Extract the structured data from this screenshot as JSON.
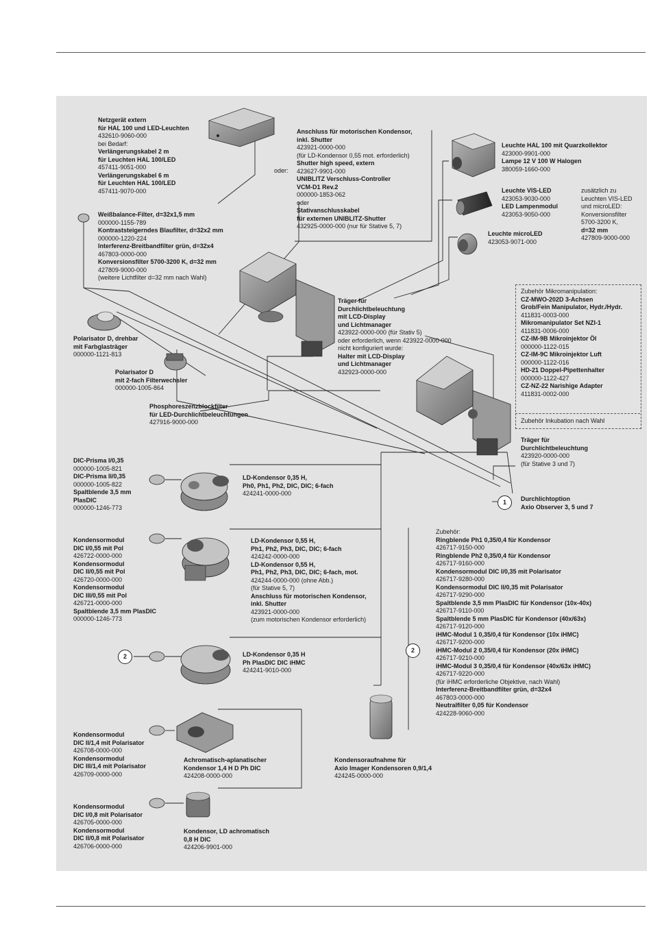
{
  "callouts": {
    "one": "1",
    "two": "2"
  },
  "blocks": {
    "netzgeraet": [
      {
        "t": "Netzgerät extern",
        "b": true
      },
      {
        "t": "für HAL 100 und LED-Leuchten",
        "b": true
      },
      {
        "t": "432610-9060-000"
      },
      {
        "t": "bei Bedarf:"
      },
      {
        "t": "Verlängerungskabel 2 m",
        "b": true
      },
      {
        "t": "für Leuchten HAL 100/LED",
        "b": true
      },
      {
        "t": "457411-9051-000"
      },
      {
        "t": "Verlängerungskabel 6 m",
        "b": true
      },
      {
        "t": "für Leuchten HAL 100/LED",
        "b": true
      },
      {
        "t": "457411-9070-000"
      }
    ],
    "anschluss": [
      {
        "t": "Anschluss für motorischen Kondensor,",
        "b": true
      },
      {
        "t": "inkl. Shutter",
        "b": true
      },
      {
        "t": "423921-0000-000"
      },
      {
        "t": "(für LD-Kondensor 0,55 mot. erforderlich)"
      },
      {
        "t": "Shutter high speed, extern",
        "b": true
      },
      {
        "t": "423627-9901-000"
      },
      {
        "t": "UNIBLITZ Verschluss-Controller",
        "b": true
      },
      {
        "t": "VCM-D1 Rev.2",
        "b": true
      },
      {
        "t": "000000-1853-062"
      },
      {
        "t": "oder"
      },
      {
        "t": "Stativanschlusskabel",
        "b": true
      },
      {
        "t": "für externen UNIBLITZ-Shutter",
        "b": true
      },
      {
        "t": "432925-0000-000 (nur für Stative 5, 7)"
      }
    ],
    "oder_label": "oder:",
    "leuchte_hal": [
      {
        "t": "Leuchte HAL 100 mit Quarzkollektor",
        "b": true
      },
      {
        "t": "423000-9901-000"
      },
      {
        "t": "Lampe 12 V 100 W Halogen",
        "b": true
      },
      {
        "t": "380059-1660-000"
      }
    ],
    "leuchte_vis": [
      {
        "t": "Leuchte VIS-LED",
        "b": true
      },
      {
        "t": "423053-9030-000"
      },
      {
        "t": "LED Lampenmodul",
        "b": true
      },
      {
        "t": "423053-9050-000"
      }
    ],
    "zusaetzlich": [
      {
        "t": "zusätzlich zu"
      },
      {
        "t": "Leuchten VIS-LED"
      },
      {
        "t": "und microLED:"
      },
      {
        "t": "Konversionsfilter"
      },
      {
        "t": "5700-3200 K,"
      },
      {
        "t": "d=32 mm",
        "b": true
      },
      {
        "t": "427809-9000-000"
      }
    ],
    "leuchte_micro": [
      {
        "t": "Leuchte microLED",
        "b": true
      },
      {
        "t": "423053-9071-000"
      }
    ],
    "filter": [
      {
        "t": "Weißbalance-Filter, d=32x1,5 mm",
        "b": true
      },
      {
        "t": "000000-1155-789"
      },
      {
        "t": "Kontraststeigerndes Blaufilter, d=32x2 mm",
        "b": true
      },
      {
        "t": "000000-1220-224"
      },
      {
        "t": "Interferenz-Breitbandfilter grün, d=32x4",
        "b": true
      },
      {
        "t": "467803-0000-000"
      },
      {
        "t": "Konversionsfilter 5700-3200 K, d=32 mm",
        "b": true
      },
      {
        "t": "427809-9000-000"
      },
      {
        "t": "(weitere Lichtfilter d=32 mm nach Wahl)"
      }
    ],
    "traeger1": [
      {
        "t": "Träger für",
        "b": true
      },
      {
        "t": "Durchlichtbeleuchtung",
        "b": true
      },
      {
        "t": "mit LCD-Display",
        "b": true
      },
      {
        "t": "und Lichtmanager",
        "b": true
      },
      {
        "t": "423922-0000-000 (für Stativ 5)"
      },
      {
        "t": " "
      },
      {
        "t": "oder erforderlich, wenn 423922-0000-000"
      },
      {
        "t": "nicht konfiguriert wurde:"
      },
      {
        "t": "Halter mit LCD-Display",
        "b": true
      },
      {
        "t": "und Lichtmanager",
        "b": true
      },
      {
        "t": "432923-0000-000"
      }
    ],
    "zubehoer_mikro": [
      {
        "t": "Zubehör Mikromanipulation:"
      },
      {
        "t": " "
      },
      {
        "t": "CZ-MWO-202D 3-Achsen",
        "b": true
      },
      {
        "t": "Grob/Fein Manipulator, Hydr./Hydr.",
        "b": true
      },
      {
        "t": "411831-0003-000"
      },
      {
        "t": "Mikromanipulator Set NZI-1",
        "b": true
      },
      {
        "t": "411831-0006-000"
      },
      {
        "t": "CZ-IM-9B Mikroinjektor Öl",
        "b": true
      },
      {
        "t": "000000-1122-015"
      },
      {
        "t": "CZ-IM-9C Mikroinjektor Luft",
        "b": true
      },
      {
        "t": "000000-1122-016"
      },
      {
        "t": "HD-21 Doppel-Pipettenhalter",
        "b": true
      },
      {
        "t": "000000-1122-427"
      },
      {
        "t": "CZ-NZ-22 Narishige Adapter",
        "b": true
      },
      {
        "t": "411831-0002-000"
      }
    ],
    "zubehoer_inkub": "Zubehör Inkubation nach Wahl",
    "polarisator_dreh": [
      {
        "t": "Polarisator D, drehbar",
        "b": true
      },
      {
        "t": "mit Farbglasträger",
        "b": true
      },
      {
        "t": "000000-1121-813"
      }
    ],
    "polarisator_2fach": [
      {
        "t": "Polarisator D",
        "b": true
      },
      {
        "t": "mit 2-fach Filterwechsler",
        "b": true
      },
      {
        "t": "000000-1005-864"
      }
    ],
    "phosphor": [
      {
        "t": "Phosphoreszenzblockfilter",
        "b": true
      },
      {
        "t": "für LED-Durchlichtbeleuchtungen",
        "b": true
      },
      {
        "t": "427916-9000-000"
      }
    ],
    "traeger2": [
      {
        "t": "Träger für",
        "b": true
      },
      {
        "t": "Durchlichtbeleuchtung",
        "b": true
      },
      {
        "t": "423920-0000-000"
      },
      {
        "t": "(für Stative 3 und 7)"
      }
    ],
    "dic_prisma": [
      {
        "t": "DIC-Prisma I/0,35",
        "b": true
      },
      {
        "t": "000000-1005-821"
      },
      {
        "t": "DIC-Prisma II/0,35",
        "b": true
      },
      {
        "t": "000000-1005-822"
      },
      {
        "t": "Spaltblende 3,5 mm",
        "b": true
      },
      {
        "t": "PlasDIC",
        "b": true
      },
      {
        "t": "000000-1246-773"
      }
    ],
    "ld035": [
      {
        "t": "LD-Kondensor 0,35 H,",
        "b": true
      },
      {
        "t": "Ph0, Ph1, Ph2, DIC, DIC; 6-fach",
        "b": true
      },
      {
        "t": "424241-0000-000"
      }
    ],
    "durchlichtoption": [
      {
        "t": "Durchlichtoption",
        "b": true
      },
      {
        "t": "Axio Observer 3, 5 und 7",
        "b": true
      }
    ],
    "kondmod055": [
      {
        "t": "Kondensormodul",
        "b": true
      },
      {
        "t": "DIC I/0,55 mit Pol",
        "b": true
      },
      {
        "t": "426722-0000-000"
      },
      {
        "t": "Kondensormodul",
        "b": true
      },
      {
        "t": "DIC II/0,55 mit Pol",
        "b": true
      },
      {
        "t": "426720-0000-000"
      },
      {
        "t": "Kondensormodul",
        "b": true
      },
      {
        "t": "DIC III/0,55 mit Pol",
        "b": true
      },
      {
        "t": "426721-0000-000"
      },
      {
        "t": "Spaltblende 3,5 mm PlasDIC",
        "b": true
      },
      {
        "t": "000000-1246-773"
      }
    ],
    "ld055": [
      {
        "t": "LD-Kondensor 0,55 H,",
        "b": true
      },
      {
        "t": "Ph1, Ph2, Ph3, DIC, DIC; 6-fach",
        "b": true
      },
      {
        "t": "424242-0000-000"
      },
      {
        "t": "LD-Kondensor 0,55 H,",
        "b": true
      },
      {
        "t": "Ph1, Ph2, Ph3, DIC, DIC; 6-fach, mot.",
        "b": true
      },
      {
        "t": "424244-0000-000 (ohne Abb.)"
      },
      {
        "t": "(für Stative 5, 7)"
      },
      {
        "t": "Anschluss für motorischen Kondensor,",
        "b": true
      },
      {
        "t": "inkl. Shutter",
        "b": true
      },
      {
        "t": "423921-0000-000"
      },
      {
        "t": "(zum motorischen Kondensor erforderlich)"
      }
    ],
    "zubehoer_kond": [
      {
        "t": "Zubehör:"
      },
      {
        "t": " "
      },
      {
        "t": "Ringblende Ph1 0,35/0,4 für Kondensor",
        "b": true
      },
      {
        "t": "426717-9150-000"
      },
      {
        "t": "Ringblende Ph2 0,35/0,4 für Kondensor",
        "b": true
      },
      {
        "t": "426717-9160-000"
      },
      {
        "t": "Kondensormodul DIC I/0,35 mit Polarisator",
        "b": true
      },
      {
        "t": "426717-9280-000"
      },
      {
        "t": "Kondensormodul DIC II/0,35 mit Polarisator",
        "b": true
      },
      {
        "t": "426717-9290-000"
      },
      {
        "t": "Spaltblende 3,5 mm PlasDIC für Kondensor (10x-40x)",
        "b": true
      },
      {
        "t": "426717-9110-000"
      },
      {
        "t": "Spaltblende 5 mm PlasDIC für Kondensor (40x/63x)",
        "b": true
      },
      {
        "t": "426717-9120-000"
      },
      {
        "t": " "
      },
      {
        "t": "iHMC-Modul 1  0,35/0,4 für Kondensor (10x iHMC)",
        "b": true
      },
      {
        "t": "426717-9200-000"
      },
      {
        "t": "iHMC-Modul 2  0,35/0,4 für Kondensor (20x iHMC)",
        "b": true
      },
      {
        "t": "426717-9210-000"
      },
      {
        "t": "iHMC-Modul 3  0,35/0,4 für Kondensor (40x/63x iHMC)",
        "b": true
      },
      {
        "t": "426717-9220-000"
      },
      {
        "t": "(für iHMC erforderliche Objektive, nach Wahl)"
      },
      {
        "t": " "
      },
      {
        "t": "Interferenz-Breitbandfilter grün, d=32x4",
        "b": true
      },
      {
        "t": "467803-0000-000"
      },
      {
        "t": "Neutralfilter 0,05 für Kondensor",
        "b": true
      },
      {
        "t": "424228-9060-000"
      }
    ],
    "ld035plas": [
      {
        "t": "LD-Kondensor 0,35 H",
        "b": true
      },
      {
        "t": "Ph PlasDIC DIC iHMC",
        "b": true
      },
      {
        "t": "424241-9010-000"
      }
    ],
    "kondmod14": [
      {
        "t": "Kondensormodul",
        "b": true
      },
      {
        "t": "DIC II/1,4 mit Polarisator",
        "b": true
      },
      {
        "t": "426708-0000-000"
      },
      {
        "t": "Kondensormodul",
        "b": true
      },
      {
        "t": "DIC III/1,4 mit Polarisator",
        "b": true
      },
      {
        "t": "426709-0000-000"
      }
    ],
    "achromat": [
      {
        "t": "Achromatisch-aplanatischer",
        "b": true
      },
      {
        "t": "Kondensor 1,4 H D Ph DIC",
        "b": true
      },
      {
        "t": "424208-0000-000"
      }
    ],
    "aufnahme": [
      {
        "t": "Kondensoraufnahme für",
        "b": true
      },
      {
        "t": "Axio Imager Kondensoren 0,9/1,4",
        "b": true
      },
      {
        "t": "424245-0000-000"
      }
    ],
    "kondmod08": [
      {
        "t": "Kondensormodul",
        "b": true
      },
      {
        "t": "DIC I/0,8 mit Polarisator",
        "b": true
      },
      {
        "t": "426705-0000-000"
      },
      {
        "t": "Kondensormodul",
        "b": true
      },
      {
        "t": "DIC II/0,8 mit Polarisator",
        "b": true
      },
      {
        "t": "426706-0000-000"
      }
    ],
    "ld08": [
      {
        "t": "Kondensor, LD achromatisch",
        "b": true
      },
      {
        "t": "0,8 H DIC",
        "b": true
      },
      {
        "t": "424206-9901-000"
      }
    ]
  }
}
